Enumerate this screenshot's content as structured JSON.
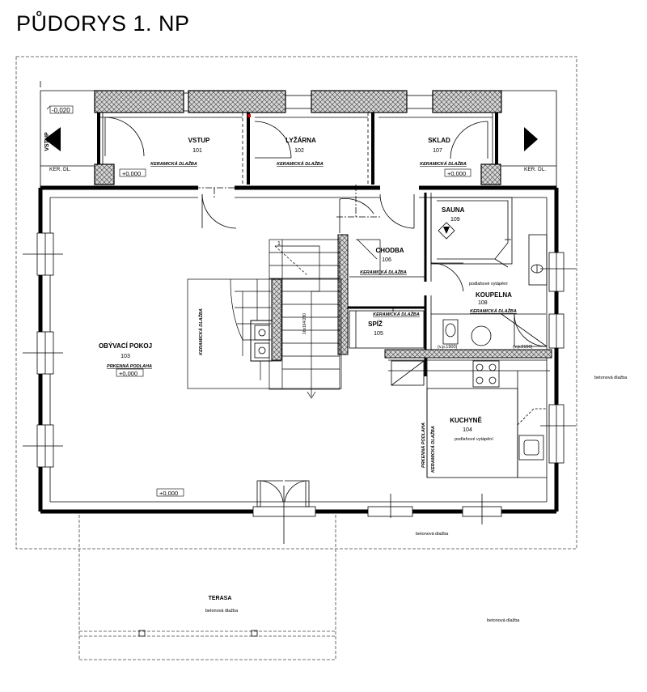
{
  "title": "PŮDORYS 1. NP",
  "colors": {
    "wall": "#000000",
    "hatch_fill": "#d8d8d8",
    "line": "#000000"
  },
  "rooms": {
    "vstup": {
      "name": "VSTUP",
      "number": "101",
      "floor": "KERAMICKÁ DLAŽBA",
      "level": "+0,000"
    },
    "lyzarna": {
      "name": "LYŽÁRNA",
      "number": "102",
      "floor": "KERAMICKÁ DLAŽBA"
    },
    "obyvaci": {
      "name": "OBÝVACÍ POKOJ",
      "number": "103",
      "floor": "PRKENNÁ PODLAHA",
      "level": "+0,000",
      "level2": "+0,000"
    },
    "kuchyne": {
      "name": "KUCHYNĚ",
      "number": "104",
      "note": "podlahové vytápění",
      "floor_a": "PRKENNÁ PODLAHA",
      "floor_b": "KERAMICKÁ DLAŽBA"
    },
    "spiz": {
      "name": "SPÍŽ",
      "number": "105"
    },
    "chodba": {
      "name": "CHODBA",
      "number": "106",
      "floor": "KERAMICKÁ DLAŽBA"
    },
    "sklad": {
      "name": "SKLAD",
      "number": "107",
      "floor": "KERAMICKÁ DLAŽBA",
      "level": "+0,000"
    },
    "koupelna": {
      "name": "KOUPELNA",
      "number": "108",
      "note": "podlahové vytápění",
      "floor": "KERAMICKÁ DLAŽBA",
      "floor2": "KERAMICKÁ DLAŽBA",
      "h1": "(v.p.1900)",
      "h2": "(v.p.2100)"
    },
    "sauna": {
      "name": "SAUNA",
      "number": "109"
    },
    "terasa": {
      "name": "TERASA",
      "floor": "betonová dlažba"
    }
  },
  "labels": {
    "entry_arrow": "VSTUP",
    "level_outside": "-0,020",
    "ker_left": "KER. DL.",
    "ker_right": "KER. DL.",
    "beton_right": "betonová dlažba",
    "beton_bottom": "betonová dlažba",
    "beton_far": "betonová dlažba",
    "living_floor_vertical": "KERAMICKÁ DLAŽBA",
    "stair_num": "1",
    "stair_note": "16x164/280"
  }
}
